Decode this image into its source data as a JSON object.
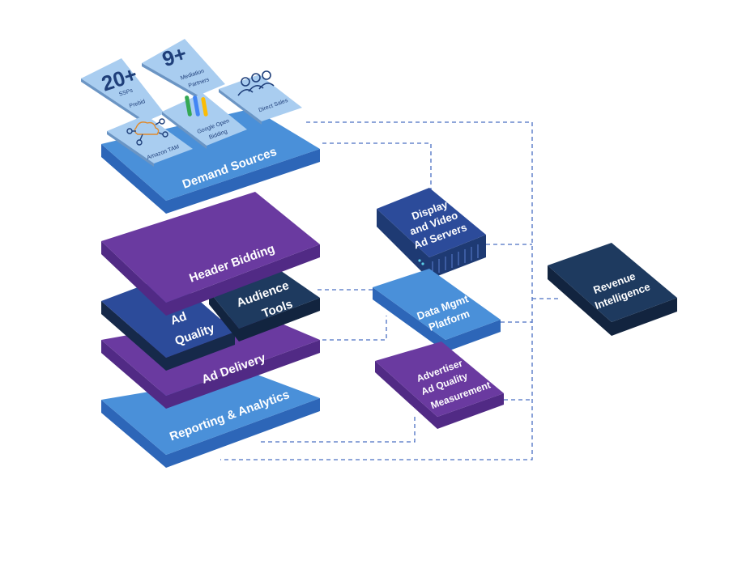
{
  "colors": {
    "light_blue": "#4a90d9",
    "purple": "#6a3aa0",
    "dark_navy": "#1e3a5f",
    "royal_blue": "#2c4b9a",
    "tile": "#a9cdf0",
    "connector": "#4a6fc2"
  },
  "layers": {
    "demand_sources": "Demand Sources",
    "header_bidding": "Header Bidding",
    "ad_quality_1": "Ad",
    "ad_quality_2": "Quality",
    "audience_tools_1": "Audience",
    "audience_tools_2": "Tools",
    "ad_delivery": "Ad Delivery",
    "reporting": "Reporting & Analytics"
  },
  "tiles": {
    "ssps_number": "20+",
    "ssps_label": "SSPs",
    "prebid": "Prebid",
    "mediation_number": "9+",
    "mediation_1": "Mediation",
    "mediation_2": "Partners",
    "amazon": "Amazon TAM",
    "google_1": "Google Open",
    "google_2": "Bidding",
    "direct_sales": "Direct Sales"
  },
  "side_blocks": {
    "ad_servers_1": "Display",
    "ad_servers_2": "and Video",
    "ad_servers_3": "Ad Servers",
    "dmp_1": "Data Mgmt",
    "dmp_2": "Platform",
    "advertiser_1": "Advertiser",
    "advertiser_2": "Ad Quality",
    "advertiser_3": "Measurement",
    "revenue_1": "Revenue",
    "revenue_2": "Intelligence"
  },
  "icons": [
    "network-icon",
    "google-bars-icon",
    "people-icon",
    "server-icon"
  ]
}
